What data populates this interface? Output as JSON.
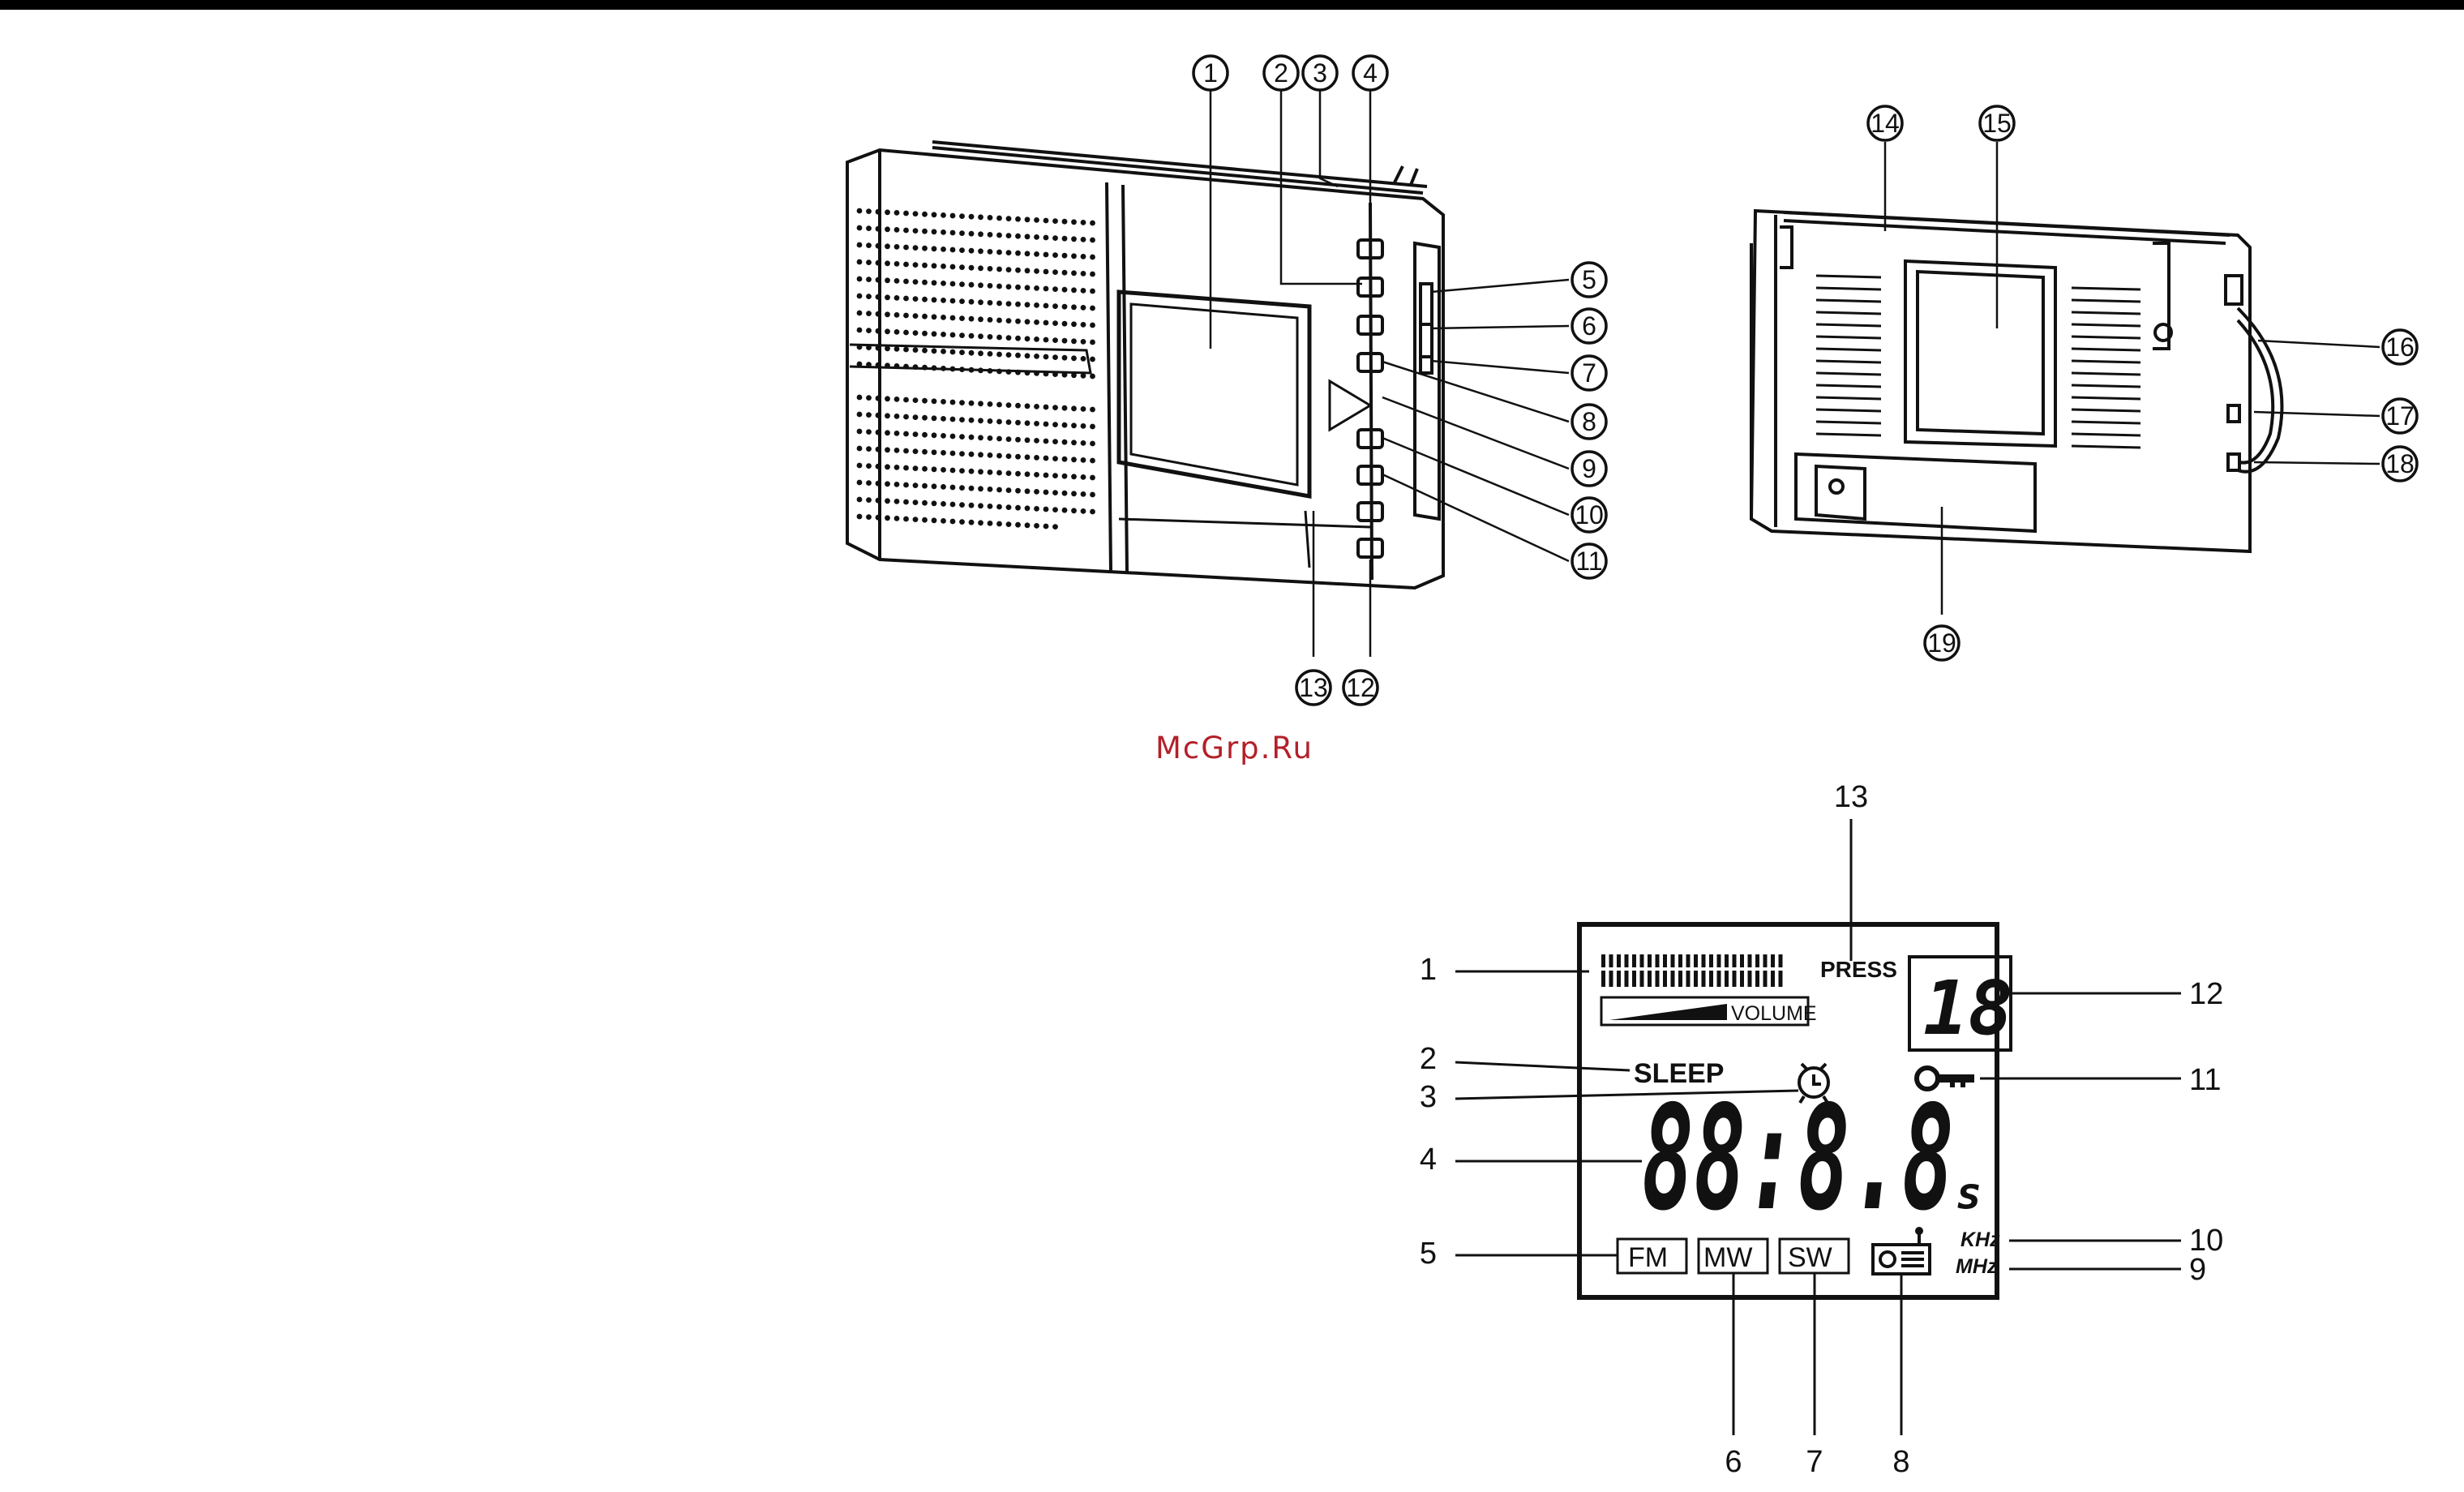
{
  "watermark": {
    "text": "McGrp.Ru",
    "color": "#b3202a"
  },
  "radio_callouts": [
    "1",
    "2",
    "3",
    "4",
    "5",
    "6",
    "7",
    "8",
    "9",
    "10",
    "11",
    "12",
    "13",
    "14",
    "15",
    "16",
    "17",
    "18",
    "19"
  ],
  "lcd": {
    "press_label": "PRESS",
    "volume_label": "VOLUME",
    "sleep_label": "SLEEP",
    "memory_number": "18",
    "clock_digits": "88:8.8",
    "clock_suffix": "s",
    "khz_label": "KHz",
    "mhz_label": "MHz",
    "band_fm": "FM",
    "band_mw": "MW",
    "band_sw": "SW",
    "icons": [
      "alarm-clock-icon",
      "key-lock-icon",
      "radio-icon"
    ]
  },
  "lcd_callouts": [
    "1",
    "2",
    "3",
    "4",
    "5",
    "6",
    "7",
    "8",
    "9",
    "10",
    "11",
    "12",
    "13"
  ]
}
